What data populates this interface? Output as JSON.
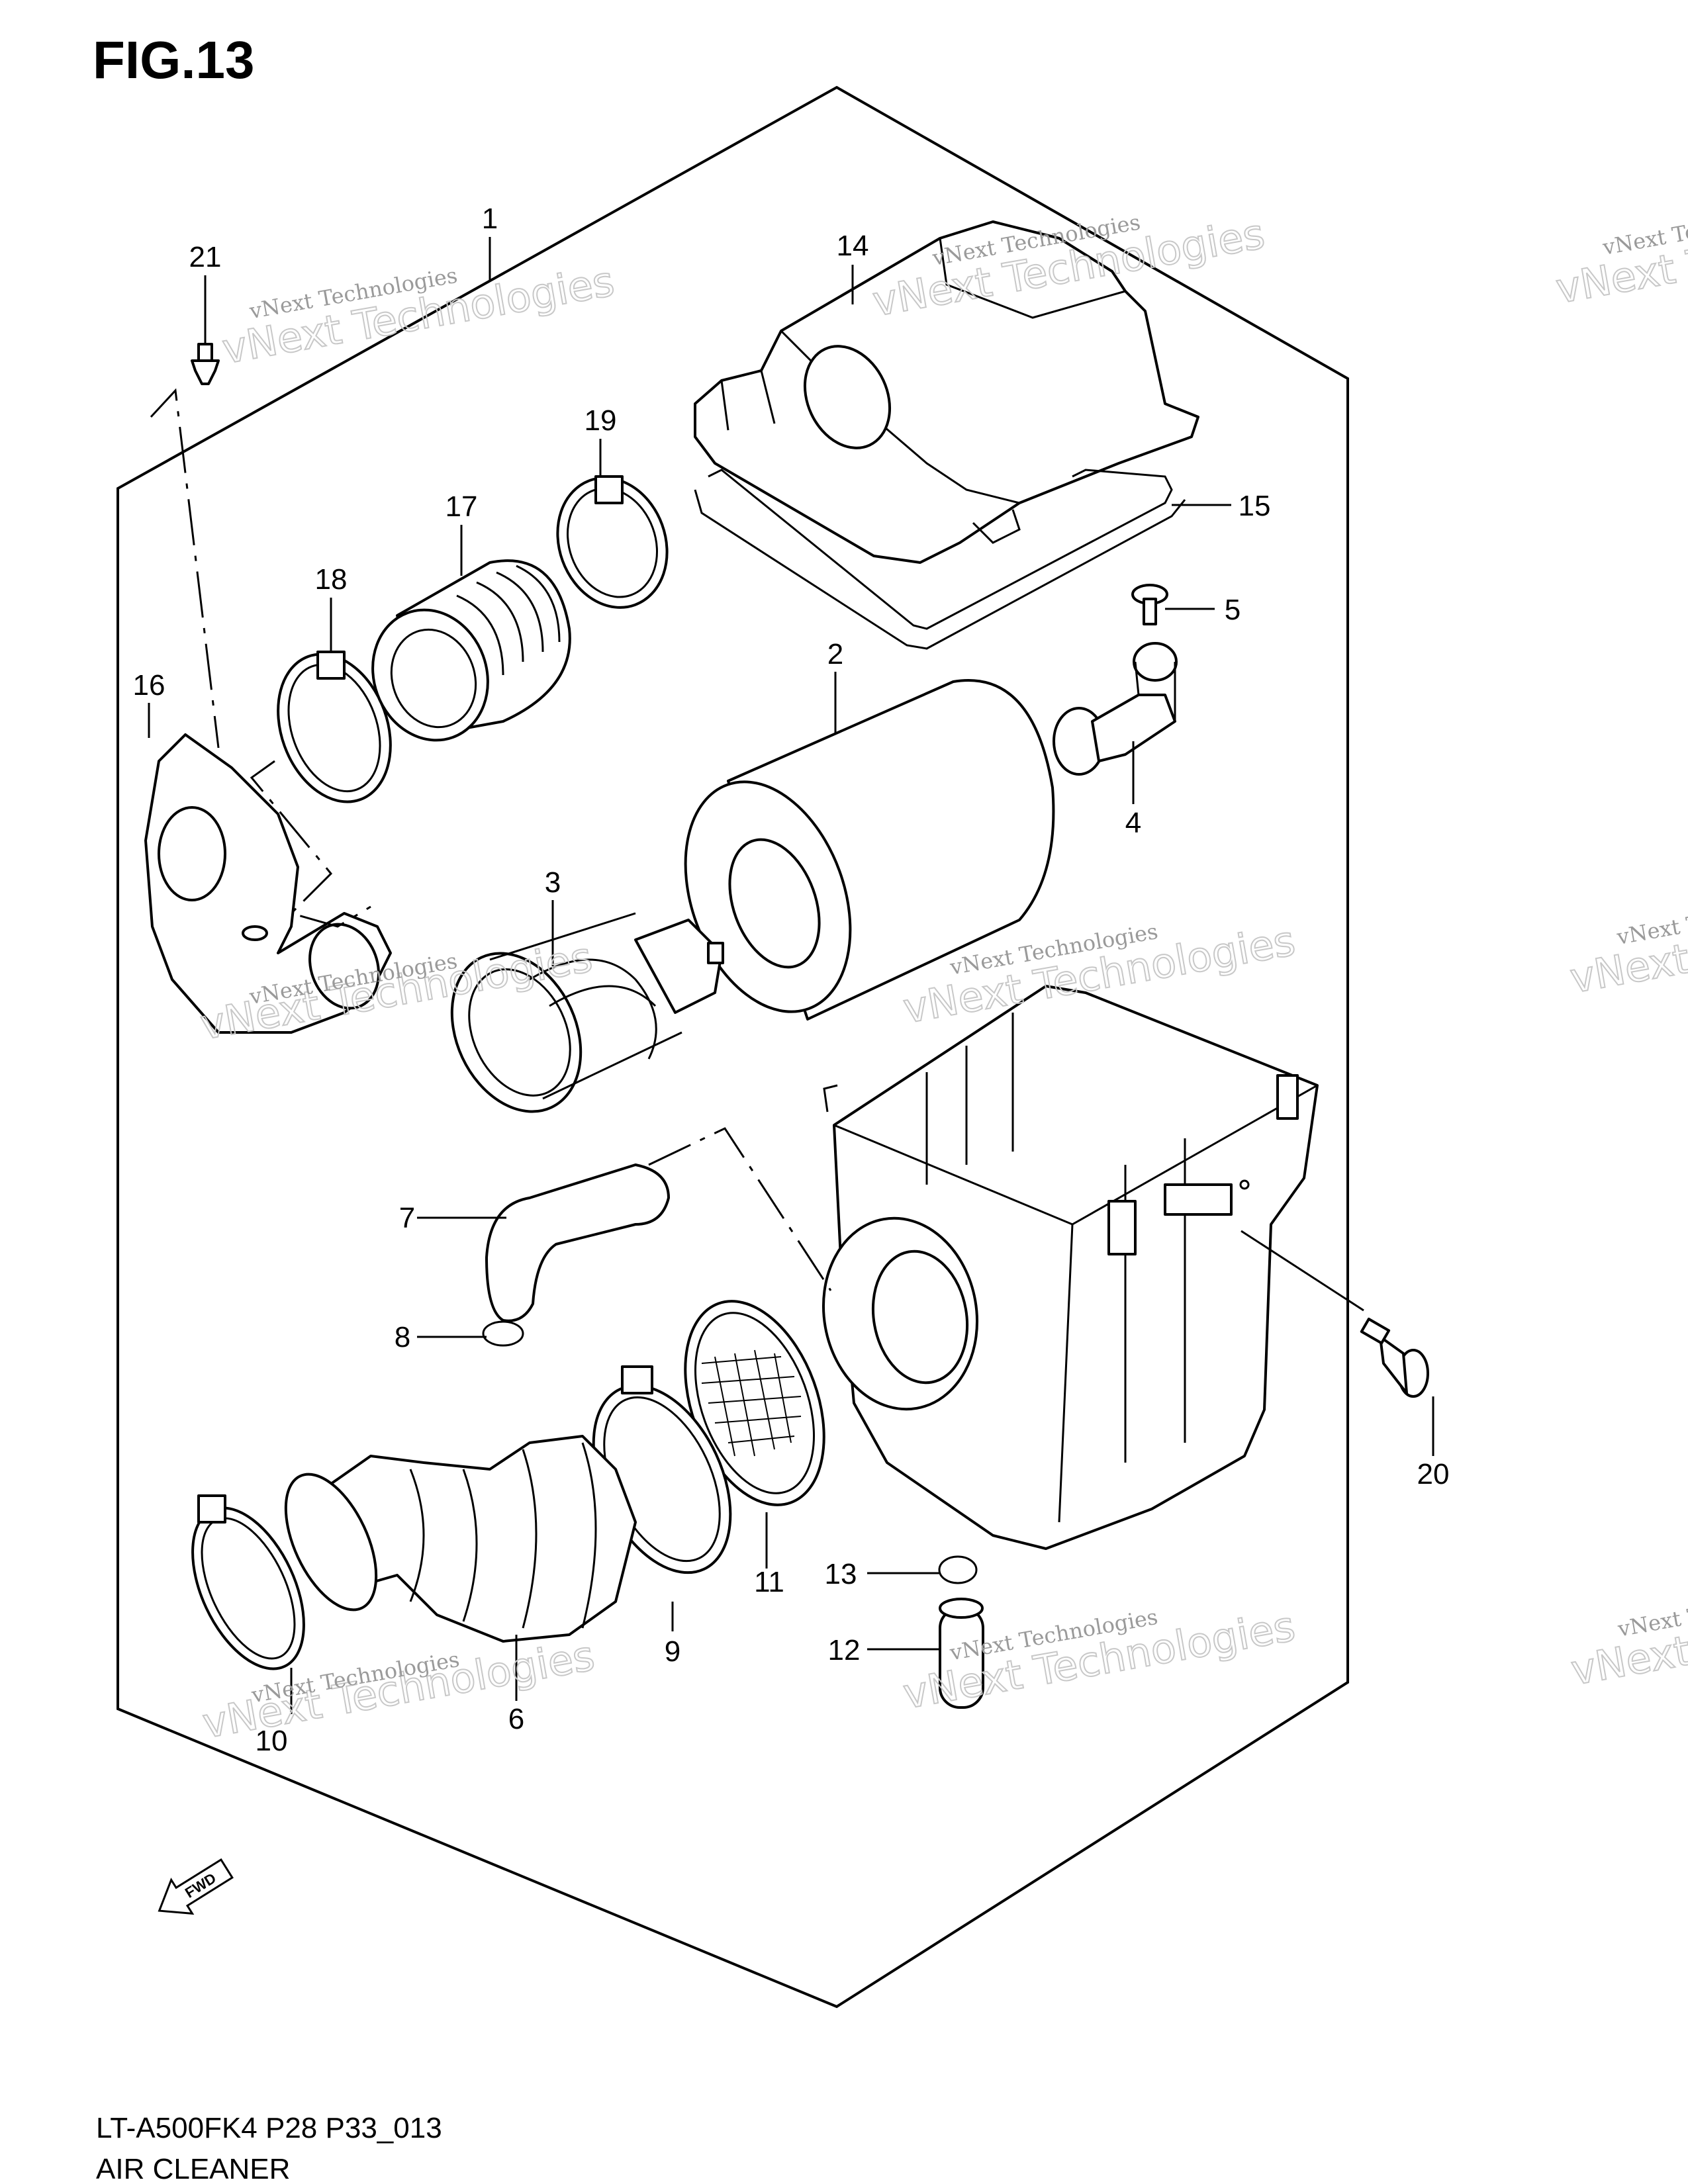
{
  "figure_title": "FIG.13",
  "footer": {
    "model_code": "LT-A500FK4 P28 P33_013",
    "section_title": "AIR CLEANER"
  },
  "fwd_label": "FWD",
  "watermark": {
    "line1": "vNext Technologies",
    "line2": "vNext Technologies"
  },
  "callouts": [
    "1",
    "2",
    "3",
    "4",
    "5",
    "6",
    "7",
    "8",
    "9",
    "10",
    "11",
    "12",
    "13",
    "14",
    "15",
    "16",
    "17",
    "18",
    "19",
    "20",
    "21"
  ]
}
